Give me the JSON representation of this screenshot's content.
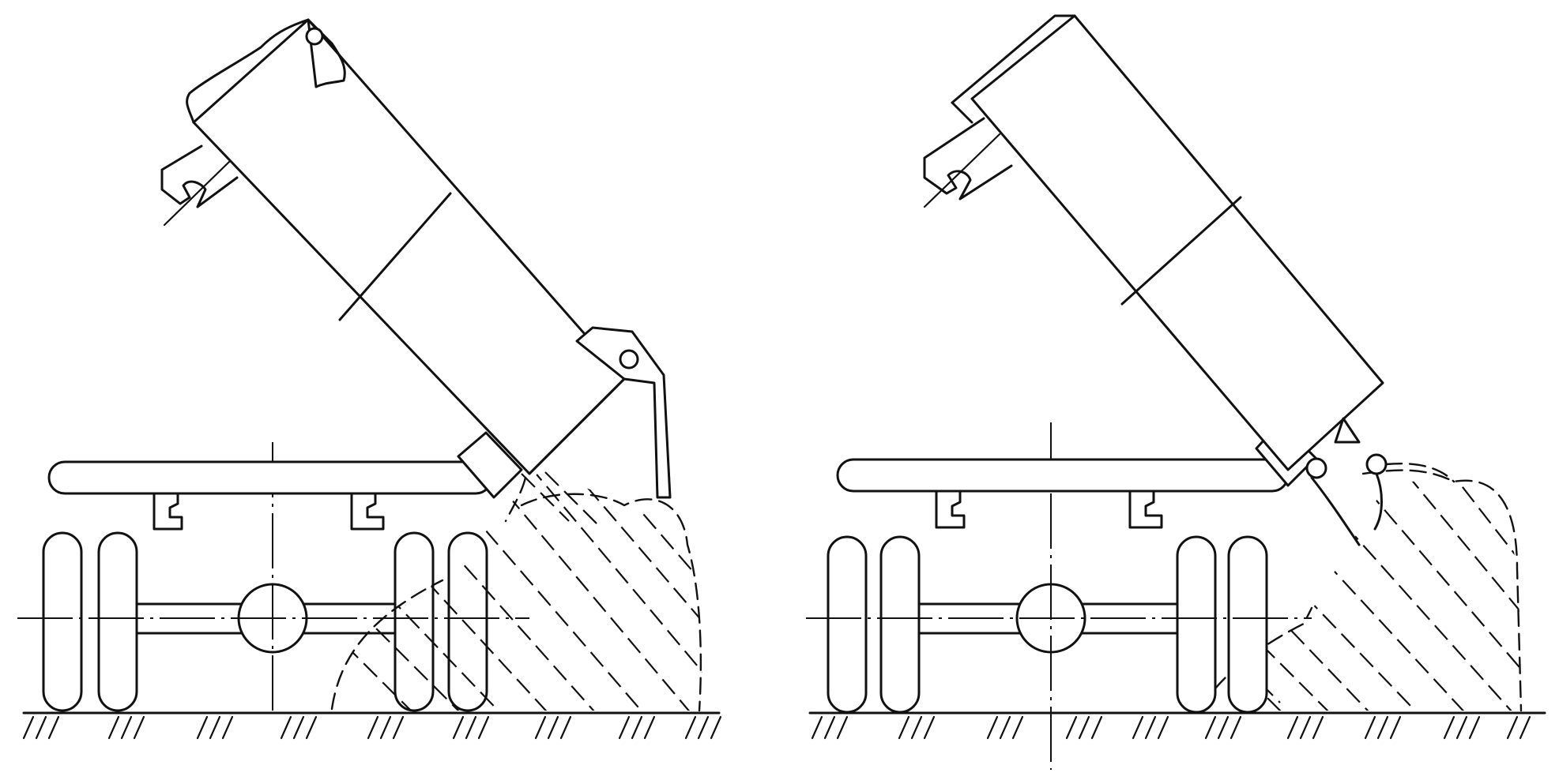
{
  "figure": {
    "panels": [
      {
        "id": "left",
        "description_key": "loader-dump-with-tailgate-open"
      },
      {
        "id": "right",
        "description_key": "loader-dump-with-hinged-flap"
      }
    ]
  }
}
